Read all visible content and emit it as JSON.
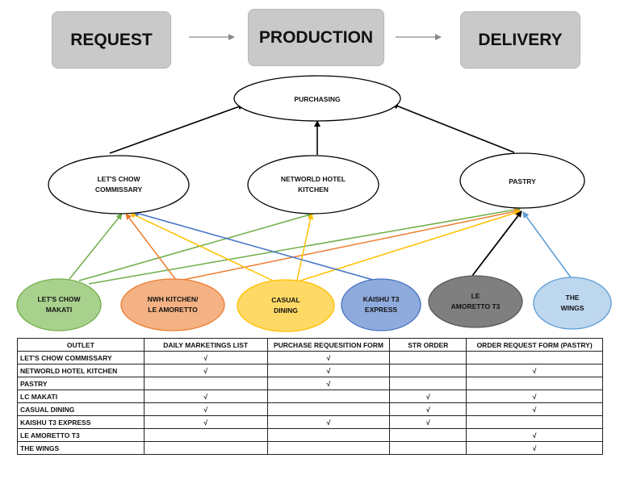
{
  "flow": {
    "request": "REQUEST",
    "production": "PRODUCTION",
    "delivery": "DELIVERY"
  },
  "nodes": {
    "purchasing": [
      "PURCHASING"
    ],
    "lets_chow_commissary": [
      "LET'S CHOW",
      "COMMISSARY"
    ],
    "networld_hotel_kitchen": [
      "NETWORLD HOTEL",
      "KITCHEN"
    ],
    "pastry": [
      "PASTRY"
    ],
    "lets_chow_makati": [
      "LET'S CHOW",
      "MAKATI"
    ],
    "nwh_kitchen": [
      "NWH KITCHEN/",
      "LE AMORETTO"
    ],
    "casual_dining": [
      "CASUAL",
      "DINING"
    ],
    "kaishu": [
      "KAISHU T3",
      "EXPRESS"
    ],
    "le_amoretto": [
      "LE",
      "AMORETTO T3"
    ],
    "the_wings": [
      "THE",
      "WINGS"
    ]
  },
  "colors": {
    "lets_chow_makati": "#a9d18e",
    "nwh_kitchen": "#f4b183",
    "casual_dining": "#ffd966",
    "kaishu": "#8faadc",
    "le_amoretto": "#7f7f7f",
    "the_wings": "#bdd7ee",
    "arrow_green": "#70ad47",
    "arrow_orange": "#ed7d31",
    "arrow_yellow": "#ffc000",
    "arrow_blue": "#4472c4",
    "arrow_lightblue": "#5b9bd5",
    "arrow_black": "#000000"
  },
  "table": {
    "headers": [
      "OUTLET",
      "DAILY MARKETINGS LIST",
      "PURCHASE REQUESITION FORM",
      "STR ORDER",
      "ORDER REQUEST FORM (PASTRY)"
    ],
    "rows": [
      [
        "LET'S CHOW COMMISSARY",
        "√",
        "√",
        "",
        ""
      ],
      [
        "NETWORLD HOTEL KITCHEN",
        "√",
        "√",
        "",
        "√"
      ],
      [
        "PASTRY",
        "",
        "√",
        "",
        ""
      ],
      [
        "LC MAKATI",
        "√",
        "",
        "√",
        "√"
      ],
      [
        "CASUAL DINING",
        "√",
        "",
        "√",
        "√"
      ],
      [
        "KAISHU T3 EXPRESS",
        "√",
        "√",
        "√",
        ""
      ],
      [
        "LE AMORETTO T3",
        "",
        "",
        "",
        "√"
      ],
      [
        "THE WINGS",
        "",
        "",
        "",
        "√"
      ]
    ]
  }
}
